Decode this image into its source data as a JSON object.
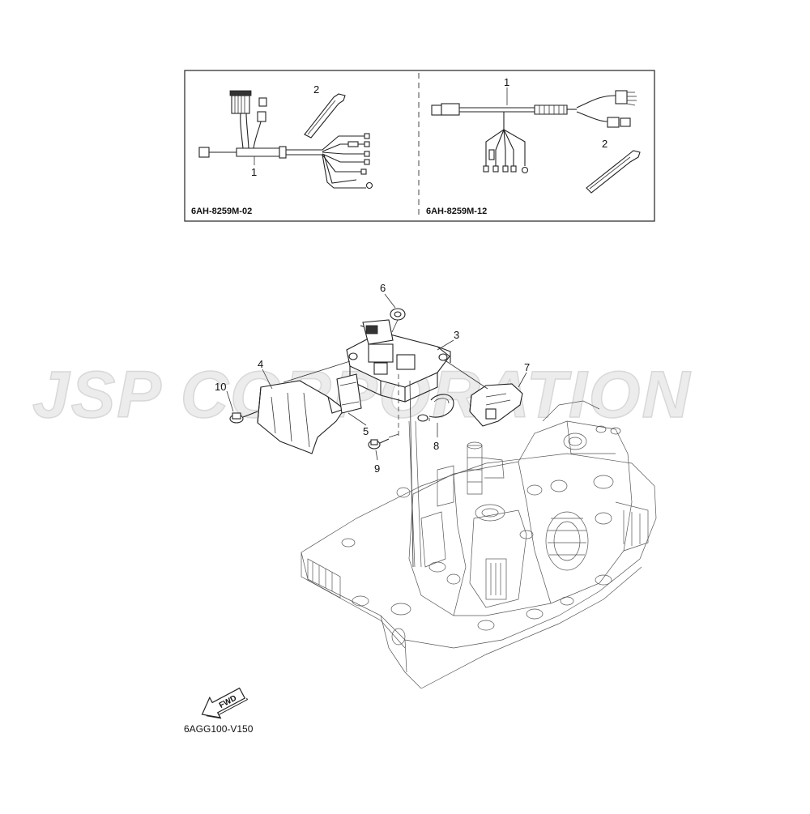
{
  "watermark": "JSP CORPORATION",
  "inset_left": {
    "code": "6AH-8259M-02",
    "labels": [
      "1",
      "2"
    ]
  },
  "inset_right": {
    "code": "6AH-8259M-12",
    "labels": [
      "1",
      "2"
    ]
  },
  "callouts": [
    "3",
    "4",
    "5",
    "6",
    "7",
    "8",
    "9",
    "10"
  ],
  "fwd_label": "FWD",
  "figure_code": "6AGG100-V150"
}
